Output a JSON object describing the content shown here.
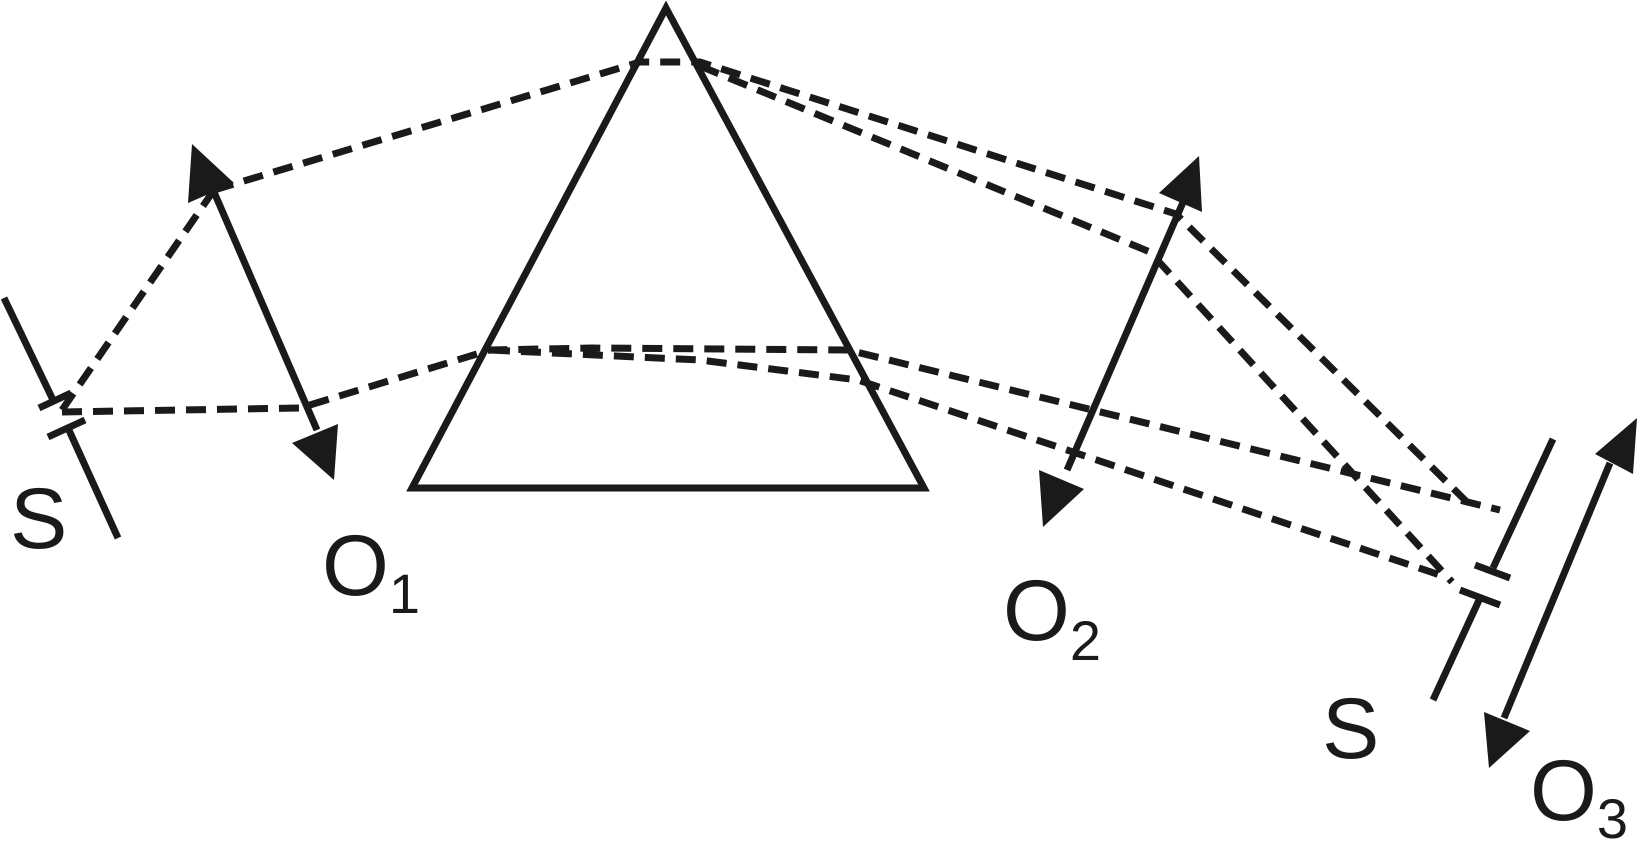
{
  "labels": {
    "slit_left": "S",
    "slit_right": "S",
    "lens1": {
      "main": "O",
      "sub": "1"
    },
    "lens2": {
      "main": "O",
      "sub": "2"
    },
    "lens3": {
      "main": "O",
      "sub": "3"
    }
  },
  "colors": {
    "ink": "#1a1a1a",
    "background": "#ffffff"
  }
}
